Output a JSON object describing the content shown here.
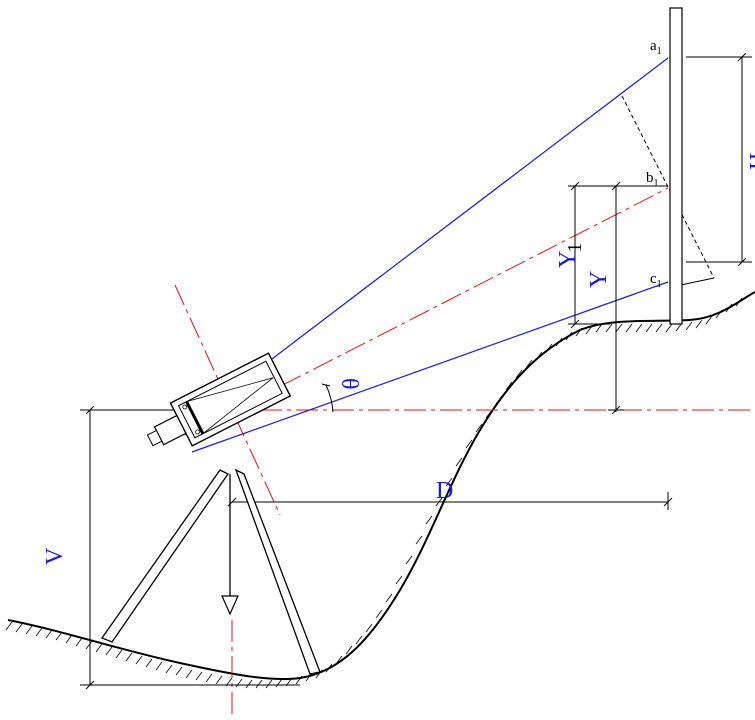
{
  "labels": {
    "a": "a",
    "a_sub": "1",
    "b": "b",
    "b_sub": "1",
    "c": "c",
    "c_sub": "1",
    "H": "H",
    "Y1": "Y",
    "Y1_sub": "1",
    "Y": "Y",
    "theta": "θ",
    "D": "D",
    "V": "V"
  },
  "colors": {
    "sight_line": "#1a1ad6",
    "center_line": "#e0141e",
    "ink": "#000000",
    "label": "#1a1ad6"
  }
}
